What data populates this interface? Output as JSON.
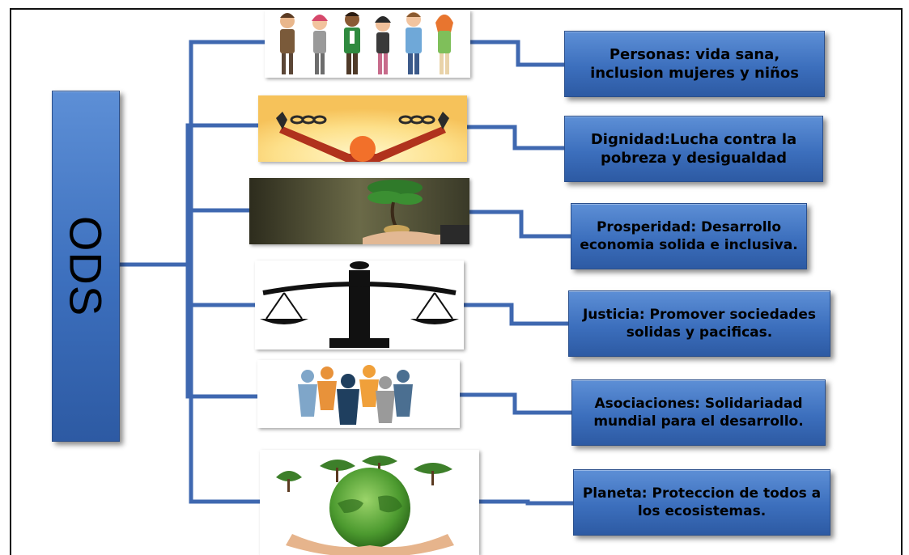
{
  "diagram": {
    "central_node": {
      "label": "ODS"
    },
    "branches": [
      {
        "id": "personas",
        "text": "Personas: vida sana, inclusion mujeres y niños",
        "image": "group-of-people-icon"
      },
      {
        "id": "dignidad",
        "text": "Dignidad:Lucha contra la pobreza  y desigualdad",
        "image": "broken-chains-raised-arms-icon"
      },
      {
        "id": "prosperidad",
        "text": "Prosperidad: Desarrollo economia solida e inclusiva.",
        "image": "money-tree-in-hands-icon"
      },
      {
        "id": "justicia",
        "text": "Justicia: Promover sociedades solidas y pacificas.",
        "image": "scales-of-justice-icon"
      },
      {
        "id": "asociaciones",
        "text": "Asociaciones: Solidariadad mundial para el desarrollo.",
        "image": "people-partnership-icon"
      },
      {
        "id": "planeta",
        "text": "Planeta: Proteccion de todos a los ecosistemas.",
        "image": "green-earth-in-hands-icon"
      }
    ],
    "colors": {
      "box_fill": "#3c6fbd",
      "connector": "#3f68b0",
      "text": "#000000"
    }
  }
}
